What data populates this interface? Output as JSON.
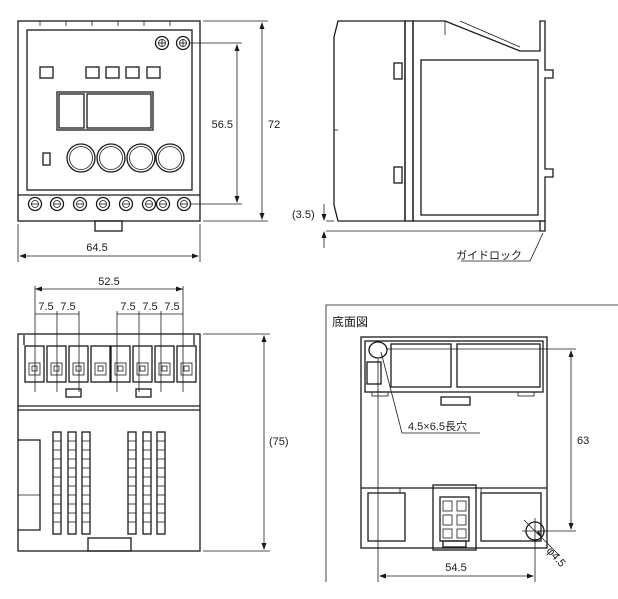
{
  "front_view": {
    "dim_width": "64.5",
    "dim_height": "72",
    "dim_mount_pitch": "56.5"
  },
  "side_view": {
    "dim_rail_offset": "(3.5)",
    "guide_lock_label": "ガイドロック"
  },
  "terminal_view": {
    "dim_overall": "52.5",
    "dim_pitch_1": "7.5",
    "dim_pitch_2": "7.5",
    "dim_pitch_3": "7.5",
    "dim_pitch_4": "7.5",
    "dim_pitch_5": "7.5",
    "dim_height": "(75)"
  },
  "bottom_view": {
    "title": "底面図",
    "slot_label": "4.5×6.5長穴",
    "dim_vertical": "63",
    "dim_horizontal": "54.5",
    "hole_label": "φ4.5"
  }
}
